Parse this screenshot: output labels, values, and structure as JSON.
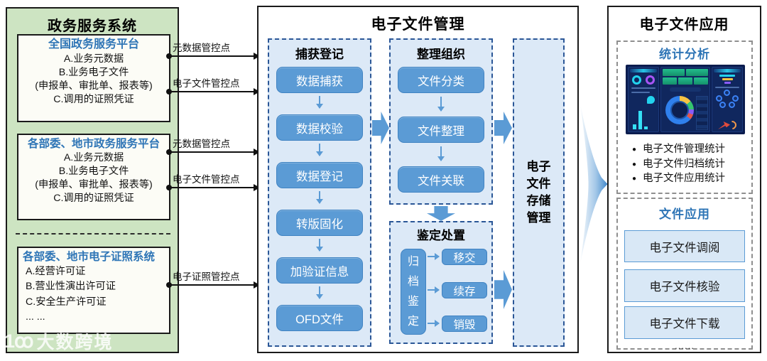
{
  "colors": {
    "accent_blue": "#5b9bd5",
    "heading_blue": "#2e75b6",
    "panel_green": "#cde4c2",
    "flow_bg_blue": "#dce9f7"
  },
  "left_panel": {
    "title": "政务服务系统",
    "box1": {
      "title": "全国政务服务平台",
      "lines": [
        "A.业务元数据",
        "B.业务电子文件",
        "(申报单、审批单、报表等)",
        "C.调用的证照凭证"
      ]
    },
    "box2": {
      "title": "各部委、地市政务服务平台",
      "lines": [
        "A.业务元数据",
        "B.业务电子文件",
        "(申报单、审批单、报表等)",
        "C.调用的证照凭证"
      ]
    },
    "box3": {
      "title": "各部委、地市电子证照系统",
      "lines": [
        "A.经营许可证",
        "B.营业性演出许可证",
        "C.安全生产许可证",
        "... ..."
      ]
    }
  },
  "connectors": [
    "元数据管控点",
    "电子文件管控点",
    "元数据管控点",
    "电子文件管控点",
    "电子证照管控点"
  ],
  "middle_panel": {
    "title": "电子文件管理",
    "capture": {
      "title": "捕获登记",
      "steps": [
        "数据捕获",
        "数据校验",
        "数据登记",
        "转版固化",
        "加验证信息",
        "OFD文件"
      ]
    },
    "organize": {
      "title": "整理组织",
      "steps": [
        "文件分类",
        "文件整理",
        "文件关联"
      ]
    },
    "appraisal": {
      "title": "鉴定处置",
      "source": "归档鉴定",
      "targets": [
        "移交",
        "续存",
        "销毁"
      ]
    },
    "storage": {
      "lines": [
        "电子",
        "文件",
        "存储",
        "管理"
      ]
    }
  },
  "right_panel": {
    "title": "电子文件应用",
    "stats": {
      "title": "统计分析",
      "bullets": [
        "电子文件管理统计",
        "电子文件归档统计",
        "电子文件应用统计"
      ]
    },
    "apps": {
      "title": "文件应用",
      "items": [
        "电子文件调阅",
        "电子文件核验",
        "电子文件下载"
      ],
      "more": "......"
    }
  },
  "watermark": {
    "logo": "1ꝏ",
    "text": "大数跨境"
  }
}
